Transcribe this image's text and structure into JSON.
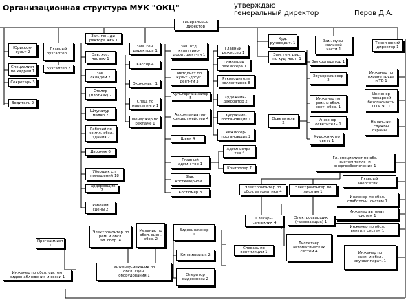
{
  "header": {
    "title": "Организационная структура МУК \"ОКЦ\"",
    "approve": "утверждаю\nгенеральный директор",
    "signer": "Перов Д.А."
  },
  "units": {
    "gen_dir": "Генеральный\nдиректор",
    "zam_dir_ahch": "Зам. ген. ди-\nректора АХЧ 1",
    "zam_dir": "Зам. ген.\nдиректора 1",
    "hud_ruk": "Худ.\nруководит. 1",
    "zam_hud": "Зам. ген. дир.\nпо худ. част. 1",
    "zam_muz": "Зам. музы-\nкальной\nчасти 1",
    "tech_dir": "Технический\nдиректор 1",
    "yuriskonsult": "Юрискон-\nсульт 2",
    "spec_kadry": "Специалист\nпо кадрам 1",
    "sekretar": "Секретарь 3",
    "voditel": "Водитель 2",
    "glav_buh": "Главный\nбухгалтер 1",
    "buhgalter": "Бухгалтер 2",
    "zav_hoz": "Зав. хоз.\nчастью 1",
    "zav_sklad": "Зав.\nскладом 2",
    "stolyar": "Столяр\n(плотник) 2",
    "shtukatur": "Штукатур-\nмаляр 2",
    "rab_kompl": "Рабочий по\nкомпл. обсл.\nздания 2",
    "dvornik": "Дворник 6",
    "uborshchik": "Уборщик сл.\nпомещений 18",
    "garderob": "Гардеробщик 2",
    "rab_sceny": "Рабочий\nсцены 2",
    "kassir": "Кассир 4",
    "ekonomist": "Экономист 1",
    "spec_marketing": "Спец. по\nмаркетингу 1",
    "menedzher": "Менеджер по\nрекламе 1",
    "zav_kult": "Зав. отд.\nкультурно-\nдосуг. деят-ти 1",
    "metodist": "Методист по\nкульт.-досуг.\nдеят-ти 3",
    "kultorg": "Культорганизатор 5",
    "akkomp": "Аккомпаниатор-\nконцертмейстер 4",
    "shvei": "Швея 4",
    "glav_admin": "Главный\nадмин-тор 1",
    "zav_kostum": "Зав.\nкостюмерной 1",
    "kostumer": "Костюмер 3",
    "glav_rezh": "Главный\nрежиссер 1",
    "pom_rezh": "Помощник\nрежиссера 1",
    "ruk_koll": "Руководитель\nколлективов 8",
    "hud_dek": "Художник-\nдекоратор 2",
    "hud_post": "Художник-\nпостановщик 1",
    "rezh_post": "Режиссер-\nпостановщик 2",
    "administrator": "Администра-\nтор 4",
    "kontroler": "Контролер 7",
    "zvukoop": "Звукооператор 1",
    "zvukorezh": "Звукорежиссер\n2",
    "inzh_sveta": "Инженер по\nрем. и обсл.\nсвет. обор. 1",
    "inzh_osvet": "Инженер-\nосветитель 1",
    "hud_svet": "Художник по\nсвету 1",
    "osvetitel": "Осветитель\n2",
    "inzh_ohr_truda": "Инженер по\nохране труда\nи ТБ 1",
    "inzh_poz": "Инженер\nпожарной\nбезопасности\nГО и ЧС 1",
    "nach_sluzhby": "Начальник\nслужбы\nохраны 1",
    "gl_spec": "Гл. специалист по обс.\nсистем тепло- и\nэнергообеспечения 1",
    "glav_energ": "Главный\nэнергетик 1",
    "inzh_slab": "Инженер по обсл.\nслаботочн. систем 1",
    "inzh_avt": "Инженер автомат.\nсистем 1",
    "inzh_vent": "Инженер по обсл.\nвентил. систем 1",
    "inzh_zvuk": "Инженер по\nэксп. и обсл.\nзвукоаппарат. 1",
    "elektromonter_avt": "Электромонтер по\nобсл. автоматики 4",
    "elektromonter_lift": "Электромонтер по\nлифтам 1",
    "slesar_santeh": "Слесарь-\nсантехник 4",
    "elektrosvarshik": "Электросварщик\n(газосварщик) 1",
    "dispetcher": "Диспетчер\nавтоматических\nсистем 4",
    "slesar_vent": "Слесарь по\nвентиляции 1",
    "programmist": "Программист\n1",
    "inzh_video": "Инженер по обсл. систем\nвидеонаблюдения и связи 1",
    "elektromonter_obor": "Электромонтер по\nрем. и обсл.\nэл. обор. 4",
    "mehanik_obsl": "Механик по\nобсл. сцен.\nобор. 2",
    "inzh_mech": "Инженер-механик по\nобсл. сцен.\nоборудования 1",
    "videoinzh": "Видеоинженер\n1",
    "kinomehanik": "Киномеханик 2",
    "operator_video": "Оператор\nвидеосвязи 2"
  }
}
